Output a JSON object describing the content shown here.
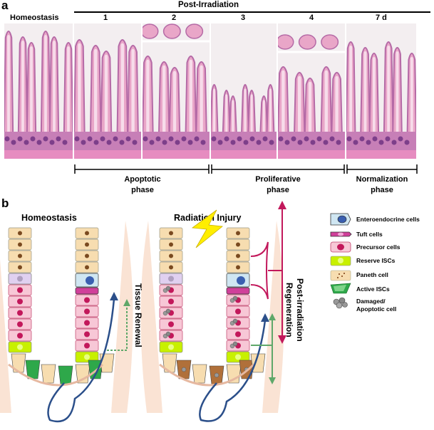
{
  "panel_a": {
    "letter": "a",
    "header": "Post-Irradiation",
    "columns": [
      "Homeostasis",
      "1",
      "2",
      "3",
      "4",
      "7 d"
    ],
    "phases": [
      {
        "line1": "Apoptotic",
        "line2": "phase"
      },
      {
        "line1": "Proliferative",
        "line2": "phase"
      },
      {
        "line1": "Normalization",
        "line2": "phase"
      }
    ],
    "colors": {
      "tissue_pink": "#e9a6c8",
      "tissue_purple": "#b56aa6",
      "background": "#f3eef0"
    }
  },
  "panel_b": {
    "letter": "b",
    "left_title": "Homeostasis",
    "right_title": "Radiation Injury",
    "left_arrow_label": "Tissue Renewal",
    "right_arrow_label": {
      "line1": "Post-irradiation",
      "line2": "Regeneration"
    },
    "legend": [
      {
        "label": "Enteroendocrine cells",
        "icon": "enteroendocrine-cell-icon",
        "color": "#3a5fb0"
      },
      {
        "label": "Tuft cells",
        "icon": "tuft-cell-icon",
        "color": "#d0409a"
      },
      {
        "label": "Precursor cells",
        "icon": "precursor-cell-icon",
        "color": "#e8a0b8"
      },
      {
        "label": "Reserve ISCs",
        "icon": "reserve-isc-icon",
        "color": "#c8f000"
      },
      {
        "label": "Paneth cell",
        "icon": "paneth-cell-icon",
        "color": "#f7ddb0"
      },
      {
        "label": "Active ISCs",
        "icon": "active-isc-icon",
        "color": "#2ea84a"
      },
      {
        "label": "Damaged/",
        "label2": "Apoptotic cell",
        "icon": "apoptotic-cell-icon",
        "color": "#8a8a8a"
      }
    ],
    "colors": {
      "arrow_blue": "#2b4f8a",
      "arrow_green": "#5fa86a",
      "arrow_magenta": "#c2185b",
      "lightning": "#ffee00"
    }
  }
}
